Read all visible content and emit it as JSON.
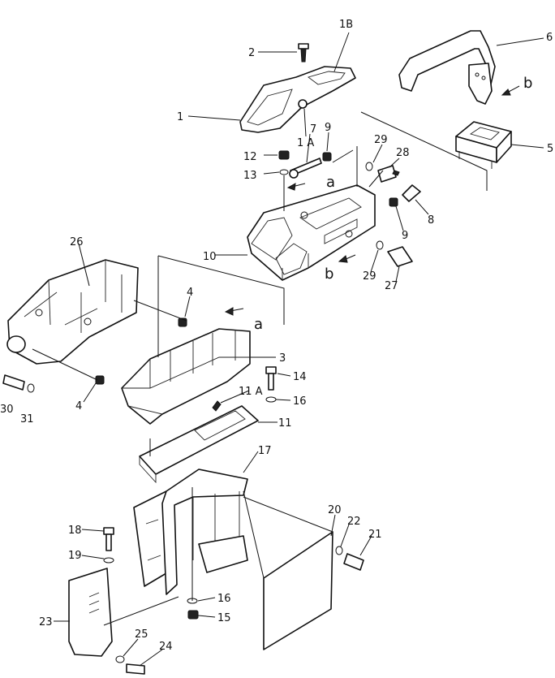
{
  "callouts": {
    "c1": "1",
    "c1A": "1 A",
    "c1B": "1B",
    "c2": "2",
    "c3": "3",
    "c4a": "4",
    "c4b": "4",
    "c5": "5",
    "c6": "6",
    "c7": "7",
    "c8": "8",
    "c9a": "9",
    "c9b": "9",
    "c10": "10",
    "c11": "11",
    "c11A": "11 A",
    "c12": "12",
    "c13": "13",
    "c14": "14",
    "c15": "15",
    "c16a": "16",
    "c16b": "16",
    "c17": "17",
    "c18": "18",
    "c19": "19",
    "c20": "20",
    "c21": "21",
    "c22": "22",
    "c23": "23",
    "c24": "24",
    "c25": "25",
    "c26": "26",
    "c27": "27",
    "c28": "28",
    "c29a": "29",
    "c29b": "29",
    "c30": "30",
    "c31": "31"
  },
  "view_marks": {
    "a1": "a",
    "a2": "a",
    "b1": "b",
    "b2": "b"
  }
}
